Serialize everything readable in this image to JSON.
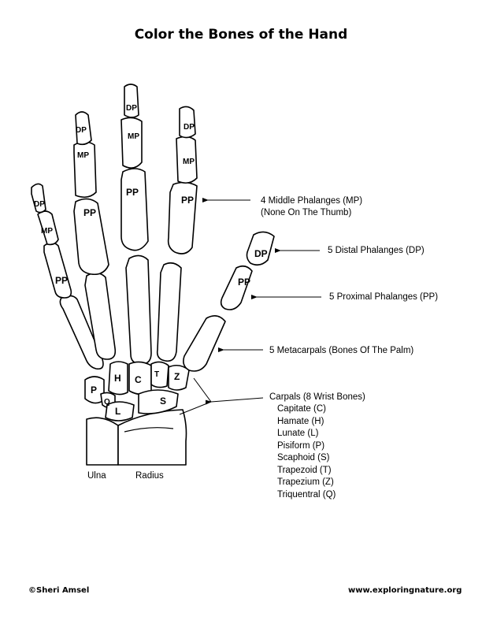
{
  "title": "Color the Bones of the Hand",
  "bone_abbrev": {
    "dp": "DP",
    "mp": "MP",
    "pp": "PP",
    "hamate": "H",
    "capitate": "C",
    "trapezoid": "T",
    "trapezium": "Z",
    "pisiform": "P",
    "triquetral": "Q",
    "lunate": "L",
    "scaphoid": "S"
  },
  "callouts": {
    "middle_phalanges": "4 Middle Phalanges (MP)",
    "middle_phalanges_note": "(None On The Thumb)",
    "distal_phalanges": "5 Distal Phalanges (DP)",
    "proximal_phalanges": "5 Proximal Phalanges (PP)",
    "metacarpals": "5 Metacarpals (Bones Of The Palm)",
    "carpals_heading": "Carpals (8 Wrist Bones)",
    "carpals_list": [
      "Capitate (C)",
      "Hamate (H)",
      "Lunate (L)",
      "Pisiform (P)",
      "Scaphoid (S)",
      "Trapezoid (T)",
      "Trapezium (Z)",
      "Triquentral (Q)"
    ]
  },
  "forearm": {
    "ulna": "Ulna",
    "radius": "Radius"
  },
  "footer": {
    "copyright": "©Sheri Amsel",
    "website": "www.exploringnature.org"
  }
}
